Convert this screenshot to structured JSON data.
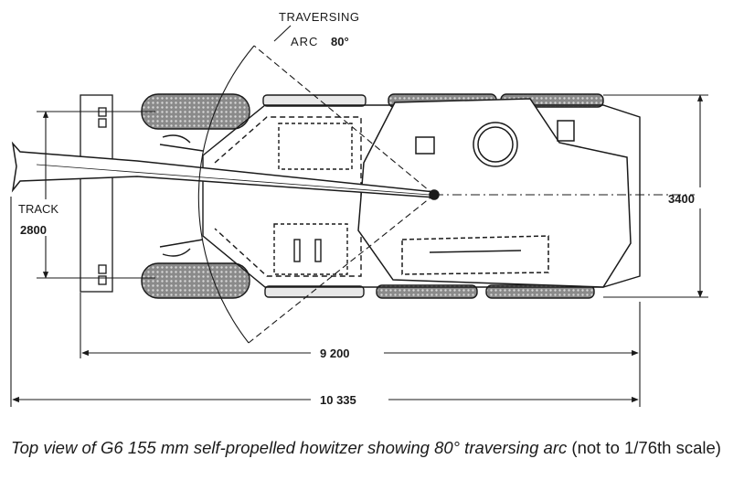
{
  "diagram": {
    "traverse_label_line1": "TRAVERSING",
    "traverse_label_line2": "ARC",
    "traverse_angle": "80°",
    "track_label": "TRACK",
    "track_value": "2800",
    "width_value": "3400",
    "hull_length": "9 200",
    "overall_length": "10 335"
  },
  "caption": {
    "italic_text": "Top view of G6 155 mm self-propelled howitzer showing 80° traversing arc",
    "plain_text": "(not to 1/76th scale)"
  }
}
